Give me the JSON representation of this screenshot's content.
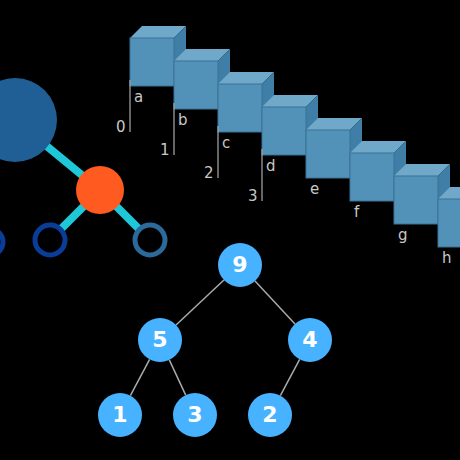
{
  "diagram": {
    "nodes": [
      {
        "text": [
          "9"
        ]
      },
      {
        "text": [
          "5"
        ]
      },
      {
        "text": [
          "4"
        ]
      },
      {
        "text": [
          "1"
        ]
      },
      {
        "text": [
          "3"
        ]
      },
      {
        "text": [
          "2"
        ]
      }
    ],
    "edges": [
      {
        "from": 0,
        "to": 1,
        "arrow": "none"
      },
      {
        "from": 0,
        "to": 2,
        "arrow": "none"
      },
      {
        "from": 1,
        "to": 3,
        "arrow": "none"
      },
      {
        "from": 1,
        "to": 4,
        "arrow": "none"
      },
      {
        "from": 2,
        "to": 5,
        "arrow": "none"
      }
    ],
    "labels": [
      "a",
      "b",
      "c",
      "d",
      "e",
      "f",
      "g",
      "h",
      "0",
      "1",
      "2",
      "3"
    ]
  }
}
